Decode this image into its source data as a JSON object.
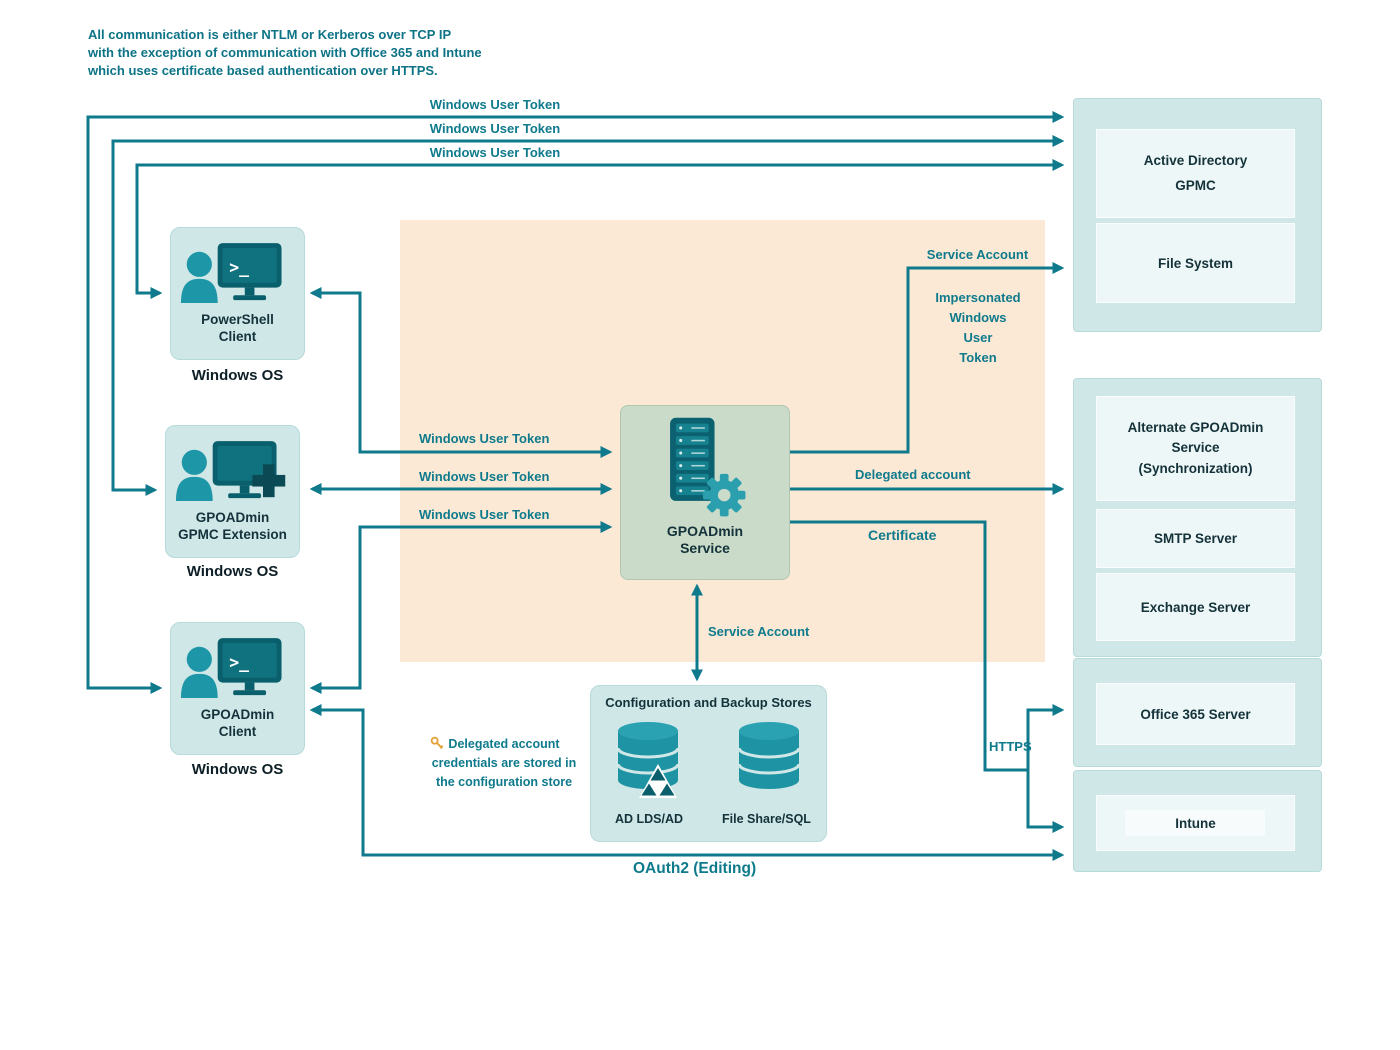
{
  "note": {
    "text": "All communication is either NTLM or Kerberos over TCP IP\nwith the exception of communication with Office 365 and Intune\nwhich uses certificate based authentication over HTTPS."
  },
  "clients": [
    {
      "label": "PowerShell\nClient",
      "os": "Windows OS"
    },
    {
      "label": "GPOADmin\nGPMC Extension",
      "os": "Windows OS"
    },
    {
      "label": "GPOADmin\nClient",
      "os": "Windows OS"
    }
  ],
  "service": {
    "label": "GPOADmin\nService"
  },
  "stores": {
    "title": "Configuration and Backup Stores",
    "left_label": "AD LDS/AD",
    "right_label": "File Share/SQL"
  },
  "key_note": {
    "text": "Delegated account\ncredentials are stored in\nthe configuration store"
  },
  "panels": [
    {
      "name": "active-directory",
      "rows": [
        "Active Directory\nGPMC",
        "File System"
      ]
    },
    {
      "name": "alternate-service",
      "rows": [
        "Alternate GPOADmin\nService\n(Synchronization)",
        "SMTP Server",
        "Exchange Server"
      ]
    },
    {
      "name": "office365",
      "rows": [
        "Office 365 Server"
      ]
    },
    {
      "name": "intune",
      "rows": [
        "Intune"
      ]
    }
  ],
  "labels": {
    "wut": "Windows User Token",
    "service_account": "Service Account",
    "impersonated": "Impersonated\nWindows\nUser\nToken",
    "delegated_account": "Delegated account",
    "certificate": "Certificate",
    "https": "HTTPS",
    "oauth2": "OAuth2   (Editing)"
  },
  "icons": {
    "powershell_client": "user-terminal-icon",
    "gpmc_extension": "user-monitor-plus-icon",
    "gpoadmin_client": "user-terminal-icon",
    "service": "server-rack-gear-icon",
    "ad_lds": "database-triangles-icon",
    "file_share": "database-icon",
    "key": "key-icon"
  },
  "colors": {
    "accent_teal": "#0e7a8c",
    "note_teal": "#0d7386",
    "backdrop_peach": "#fce9d5",
    "panel_teal": "#cfe7e7",
    "panel_cell": "#eef7f7",
    "service_green": "#cadbca",
    "icon_dark_teal": "#0a5f6d",
    "icon_teal": "#1d97a7",
    "key_orange": "#e3a43c",
    "dark_text": "#14323a"
  }
}
